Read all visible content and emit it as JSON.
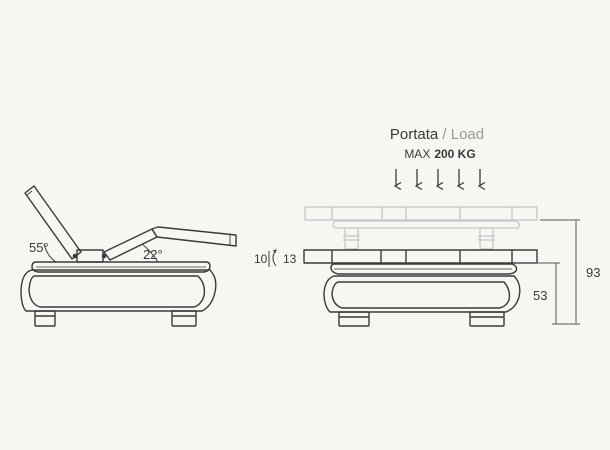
{
  "load": {
    "label_it": "Portata",
    "separator": " / ",
    "label_en": "Load",
    "max_prefix": "MAX",
    "max_value": "200 KG"
  },
  "angles": {
    "backrest": "55°",
    "legrest": "22°"
  },
  "dimensions": {
    "mattress_min": "10",
    "mattress_max": "13",
    "base_height": "53",
    "max_height": "93"
  },
  "colors": {
    "line": "#3a3a3a",
    "ghost": "#c6c6c6",
    "accent_gray": "#9a9a9a",
    "background": "#f7f6f2"
  },
  "icons": [
    "down-arrow-icon",
    "rotate-arc-icon"
  ]
}
